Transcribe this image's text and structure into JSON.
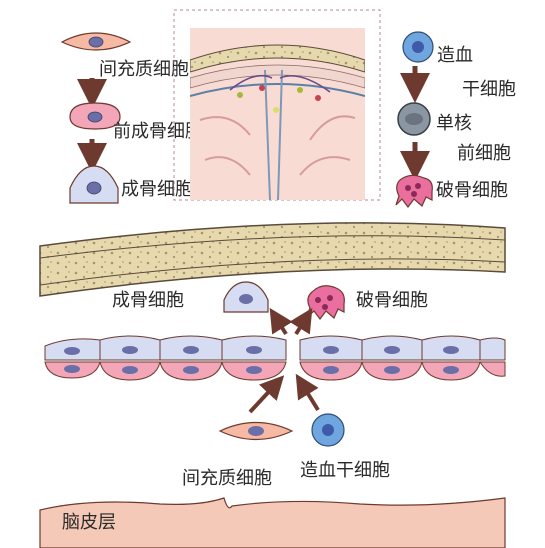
{
  "top_left": {
    "stage1": "间充质细胞",
    "stage2": "前成骨细胞",
    "stage3": "成骨细胞"
  },
  "top_right": {
    "stage1_line1": "造血",
    "stage1_line2": "干细胞",
    "stage2_line1": "单核",
    "stage2_line2": "前细胞",
    "stage3": "破骨细胞"
  },
  "main": {
    "osteoblast_label": "成骨细胞",
    "osteoclast_label": "破骨细胞",
    "mesenchymal_label": "间充质细胞",
    "hsc_label": "造血干细胞",
    "cortex_label": "脑皮层"
  },
  "colors": {
    "bone": "#e7d9ae",
    "bone_outline": "#5a4a3a",
    "mesenchymal": "#f6b9a4",
    "preosteoblast": "#f3a6b8",
    "osteoblast": "#d6dcf1",
    "hsc": "#6fa6df",
    "monocyte": "#8b96a3",
    "osteoclast": "#ea6f9e",
    "nucleus": "#6b6fa8",
    "arrow": "#6e3a2f",
    "cortex": "#f5c9b8"
  }
}
